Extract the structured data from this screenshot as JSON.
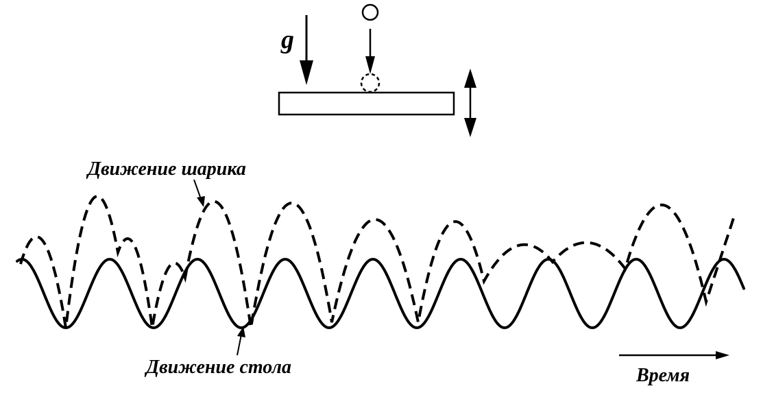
{
  "labels": {
    "gravity": "g",
    "ball_motion": "Движение шарика",
    "table_motion": "Движение стола",
    "time": "Время"
  },
  "colors": {
    "ink": "#000000",
    "background": "#ffffff"
  }
}
